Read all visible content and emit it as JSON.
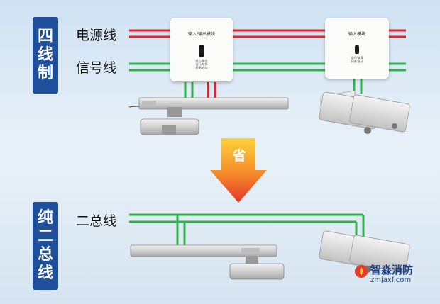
{
  "top_section": {
    "label_chars": [
      "四",
      "线",
      "制"
    ],
    "wires": {
      "power": "电源线",
      "signal": "信号线"
    },
    "module_left": {
      "title": "输入/输出模块",
      "text_lines": [
        "输入/输出",
        "运行/故障",
        "反馈/启动"
      ]
    },
    "module_right": {
      "title": "输入模块",
      "text_lines": [
        "运行/故障",
        "反馈/启动"
      ]
    }
  },
  "arrow": {
    "text": "省"
  },
  "bottom_section": {
    "label_chars": [
      "纯",
      "二",
      "总",
      "线"
    ],
    "wires": {
      "bus": "二总线"
    }
  },
  "brand": {
    "name": "智淼消防",
    "url": "zmjaxf.com"
  },
  "colors": {
    "power": "#e4242a",
    "signal": "#2db34a",
    "label_bg": "#1f4f9a",
    "arrow_top": "#ffd23a",
    "arrow_bottom": "#e9402a"
  }
}
